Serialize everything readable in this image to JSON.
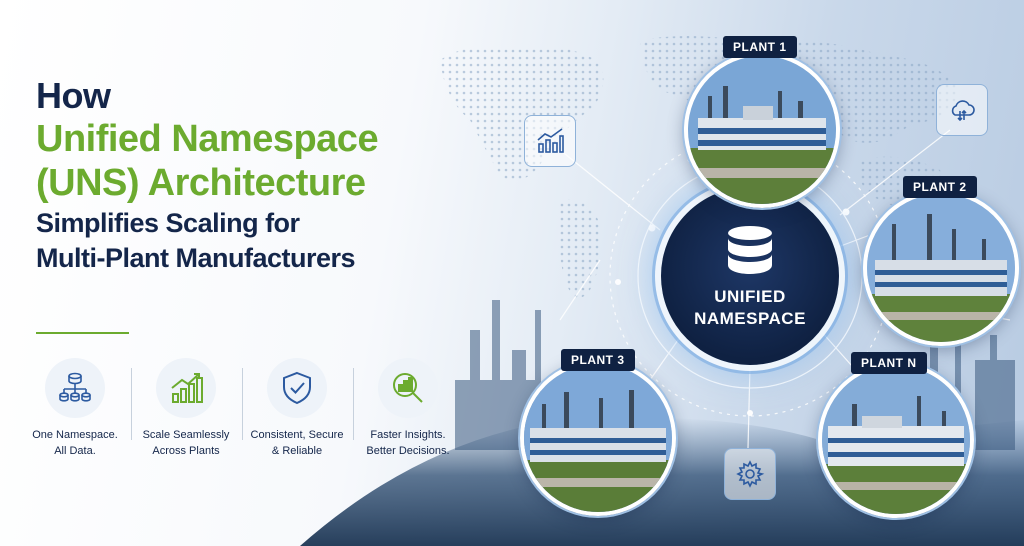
{
  "headline": {
    "line1": "How",
    "line2": "Unified Namespace",
    "line3": "(UNS) Architecture",
    "line4": "Simplifies Scaling for",
    "line5": "Multi-Plant Manufacturers"
  },
  "features": [
    {
      "icon": "hierarchy-icon",
      "line1": "One Namespace.",
      "line2": "All Data."
    },
    {
      "icon": "growth-chart-icon",
      "line1": "Scale Seamlessly",
      "line2": "Across Plants"
    },
    {
      "icon": "shield-check-icon",
      "line1": "Consistent, Secure",
      "line2": "& Reliable"
    },
    {
      "icon": "magnifier-chart-icon",
      "line1": "Faster Insights.",
      "line2": "Better Decisions."
    }
  ],
  "hub": {
    "line1": "UNIFIED",
    "line2": "NAMESPACE",
    "icon": "database-icon"
  },
  "plants": [
    {
      "label": "PLANT 1"
    },
    {
      "label": "PLANT 2"
    },
    {
      "label": "PLANT 3"
    },
    {
      "label": "PLANT N"
    }
  ],
  "floating_icons": [
    "analytics-chart-icon",
    "cloud-sync-icon",
    "gear-icon"
  ],
  "colors": {
    "navy": "#14264a",
    "green": "#6cab2f",
    "hub": "#0f2142",
    "accent_blue": "#8fb2d9"
  }
}
